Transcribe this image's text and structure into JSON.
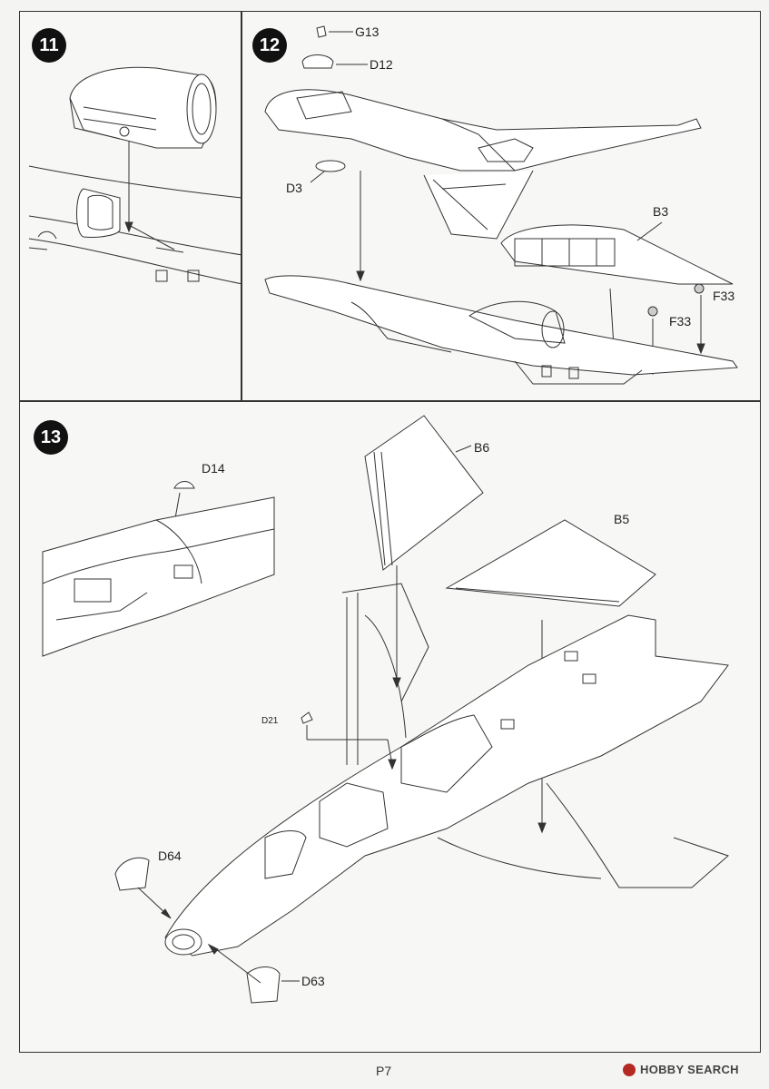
{
  "steps": [
    {
      "number": "11"
    },
    {
      "number": "12"
    },
    {
      "number": "13"
    }
  ],
  "parts": {
    "g13": "G13",
    "d12": "D12",
    "d3": "D3",
    "b3": "B3",
    "f33a": "F33",
    "f33b": "F33",
    "d14": "D14",
    "b6": "B6",
    "b5": "B5",
    "d21": "D21",
    "d64": "D64",
    "d63": "D63"
  },
  "footer": {
    "page": "P7",
    "watermark": "HOBBY SEARCH"
  },
  "colors": {
    "line": "#333333",
    "paper": "#f7f7f5",
    "badge": "#111111",
    "watermark_brand": "#b42a23"
  }
}
